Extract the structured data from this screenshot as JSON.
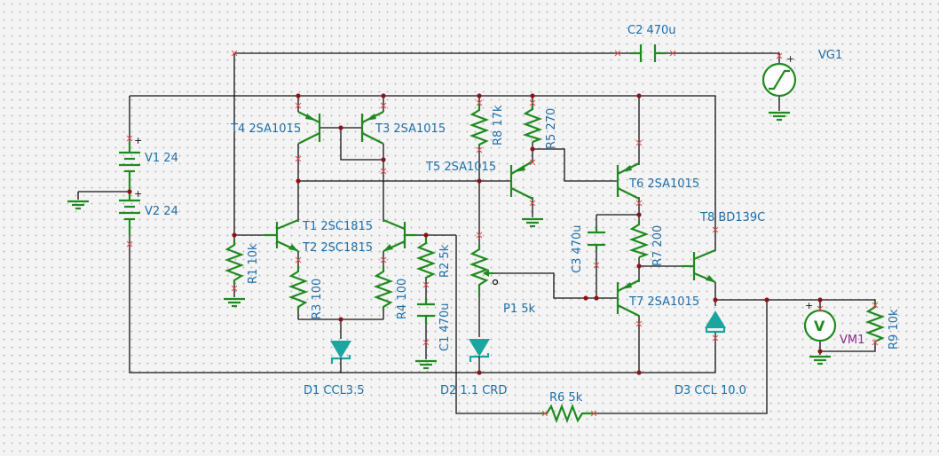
{
  "labels": {
    "c2": "C2 470u",
    "vg1": "VG1",
    "t4": "T4 2SA1015",
    "t3": "T3 2SA1015",
    "r8": "R8 17k",
    "r5": "R5 270",
    "v1": "V1 24",
    "v2": "V2 24",
    "t5": "T5 2SA1015",
    "t6": "T6 2SA1015",
    "t1": "T1 2SC1815",
    "t2": "T2 2SC1815",
    "r1": "R1 10k",
    "r2": "R2 5k",
    "r3": "R3 100",
    "r4": "R4 100",
    "c1": "C1 470u",
    "c3": "C3 470u",
    "r7": "R7 200",
    "t8": "T8 BD139C",
    "p1": "P1 5k",
    "t7": "T7 2SA1015",
    "d1": "D1 CCL3.5",
    "d2": "D2 1.1 CRD",
    "d3": "D3 CCL 10.0",
    "r6": "R6 5k",
    "vm1": "VM1",
    "r9": "R9 10k",
    "meter_symbol": "V"
  }
}
